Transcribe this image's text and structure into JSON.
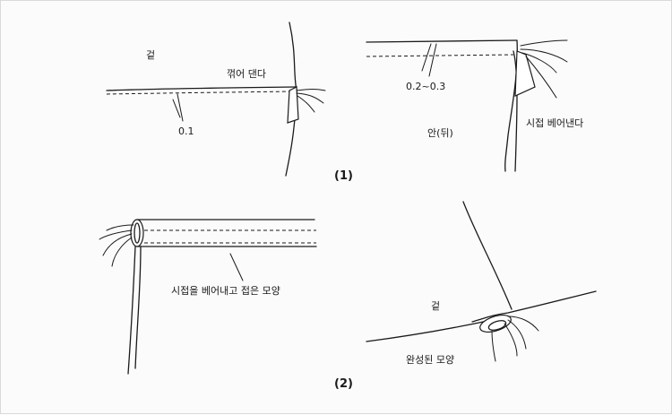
{
  "labels": {
    "outer_top": "겉",
    "fold_once": "꺾어 댄다",
    "margin_small": "0.1",
    "margin_range": "0.2~0.3",
    "inside_back": "안(뒤)",
    "trim_seam": "시접 베어낸다",
    "step1": "(1)",
    "trim_fold_shape": "시접을 베어내고 접은 모양",
    "outer_bottom": "겉",
    "finished_shape": "완성된 모양",
    "step2": "(2)"
  }
}
